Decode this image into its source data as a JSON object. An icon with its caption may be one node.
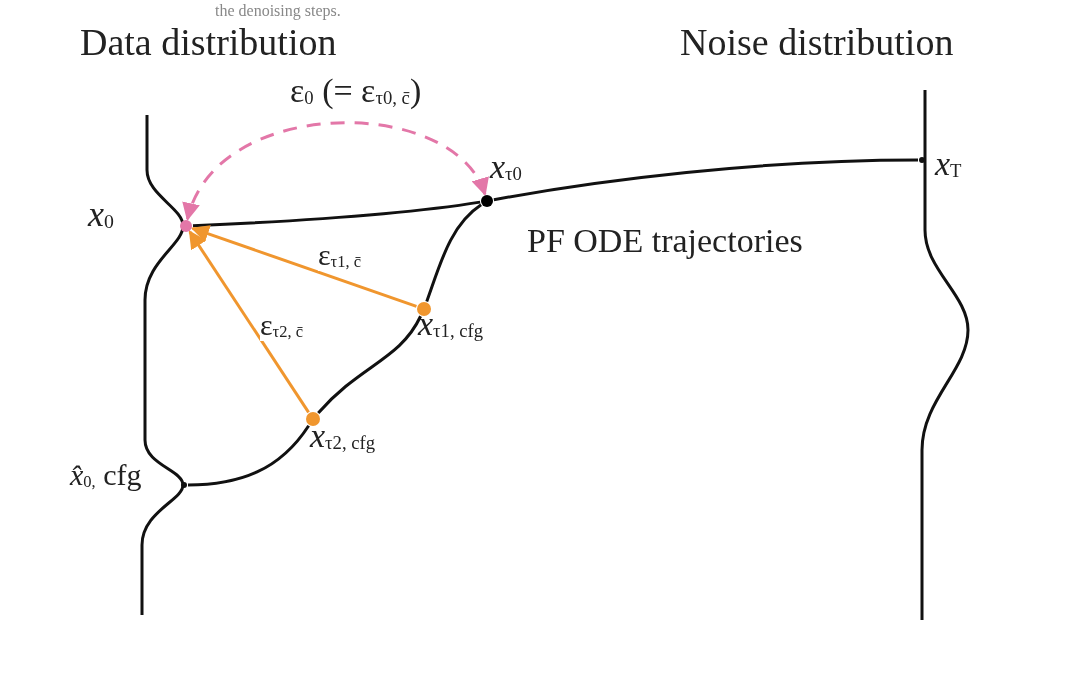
{
  "diagram": {
    "nodes": [
      {
        "text": [],
        "shape": "circle",
        "beside": [
          "*x*$_{τ0}$"
        ]
      },
      {
        "text": [],
        "shape": "circle",
        "beside": [
          "*x*$_{T}$"
        ]
      },
      {
        "text": [],
        "shape": "circle",
        "beside": [
          "*x*$_{0}$"
        ]
      },
      {
        "text": [],
        "shape": "circle",
        "beside": [
          "*x*$_{τ1, cfg}$"
        ]
      },
      {
        "text": [],
        "shape": "circle",
        "beside": [
          "*x*$_{τ2, cfg}$"
        ]
      },
      {
        "text": [],
        "shape": "circle",
        "beside": [
          "*x̂*$_{0,}$ cfg"
        ]
      }
    ],
    "edges": [
      {
        "from": 0,
        "to": 2,
        "arrow": "both",
        "style": "dashed",
        "color": "#e377a8",
        "label": "ε$_{0}$ (= ε$_{τ0, c̄}$)"
      },
      {
        "from": 1,
        "to": 0,
        "arrow": "none"
      },
      {
        "from": 0,
        "to": 2,
        "arrow": "none"
      },
      {
        "from": 0,
        "to": 3,
        "arrow": "none"
      },
      {
        "from": 3,
        "to": 4,
        "arrow": "none"
      },
      {
        "from": 4,
        "to": 5,
        "arrow": "none"
      },
      {
        "from": 3,
        "to": 2,
        "arrow": "to",
        "color": "#f0962e",
        "label": "ε$_{τ1, c̄}$"
      },
      {
        "from": 4,
        "to": 2,
        "arrow": "to",
        "color": "#f0962e",
        "label": "ε$_{τ2, c̄}$"
      }
    ],
    "labels": [
      "the denoising steps.",
      "Data distribution",
      "Noise distribution",
      "PF ODE trajectories"
    ]
  }
}
